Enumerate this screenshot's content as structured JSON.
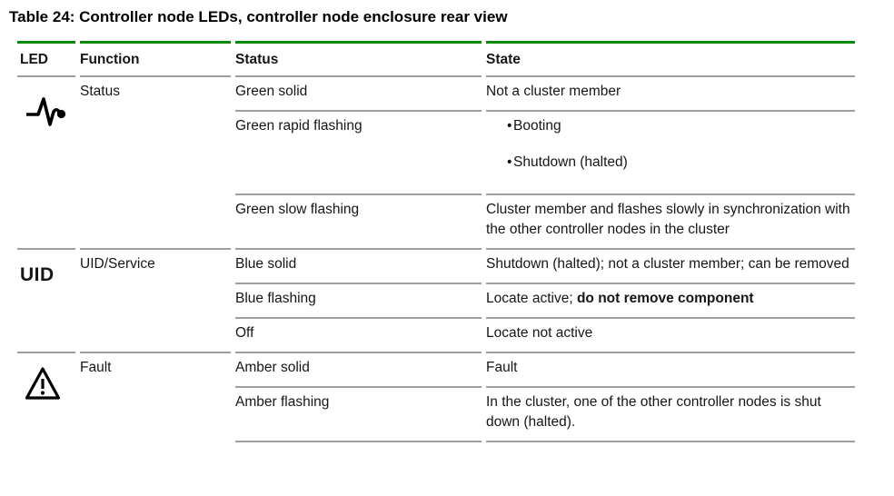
{
  "title": "Table 24: Controller node LEDs, controller node enclosure rear view",
  "colors": {
    "accent_green": "#088a08",
    "divider_gray": "#9e9e9e",
    "text": "#161616"
  },
  "table": {
    "headers": [
      "LED",
      "Function",
      "Status",
      "State"
    ],
    "sections": [
      {
        "led_icon": "heartbeat-icon",
        "function": "Status",
        "rows": [
          {
            "status": "Green solid",
            "state": {
              "text": "Not a cluster member"
            }
          },
          {
            "status": "Green rapid flashing",
            "state": {
              "bullets": [
                "Booting",
                "Shutdown (halted)"
              ]
            }
          },
          {
            "status": "Green slow flashing",
            "state": {
              "text": "Cluster member and flashes slowly in synchronization with the other controller nodes in the cluster"
            }
          }
        ]
      },
      {
        "led_icon": "uid-text",
        "led_text": "UID",
        "function": "UID/Service",
        "rows": [
          {
            "status": "Blue solid",
            "state": {
              "text": "Shutdown (halted); not a cluster member; can be removed"
            }
          },
          {
            "status": "Blue flashing",
            "state": {
              "text": "Locate active; ",
              "bold": "do not remove component"
            }
          },
          {
            "status": "Off",
            "state": {
              "text": "Locate not active"
            }
          }
        ]
      },
      {
        "led_icon": "warning-triangle-icon",
        "function": "Fault",
        "rows": [
          {
            "status": "Amber solid",
            "state": {
              "text": "Fault"
            }
          },
          {
            "status": "Amber flashing",
            "state": {
              "text": "In the cluster, one of the other controller nodes is shut down (halted)."
            }
          }
        ]
      }
    ]
  }
}
